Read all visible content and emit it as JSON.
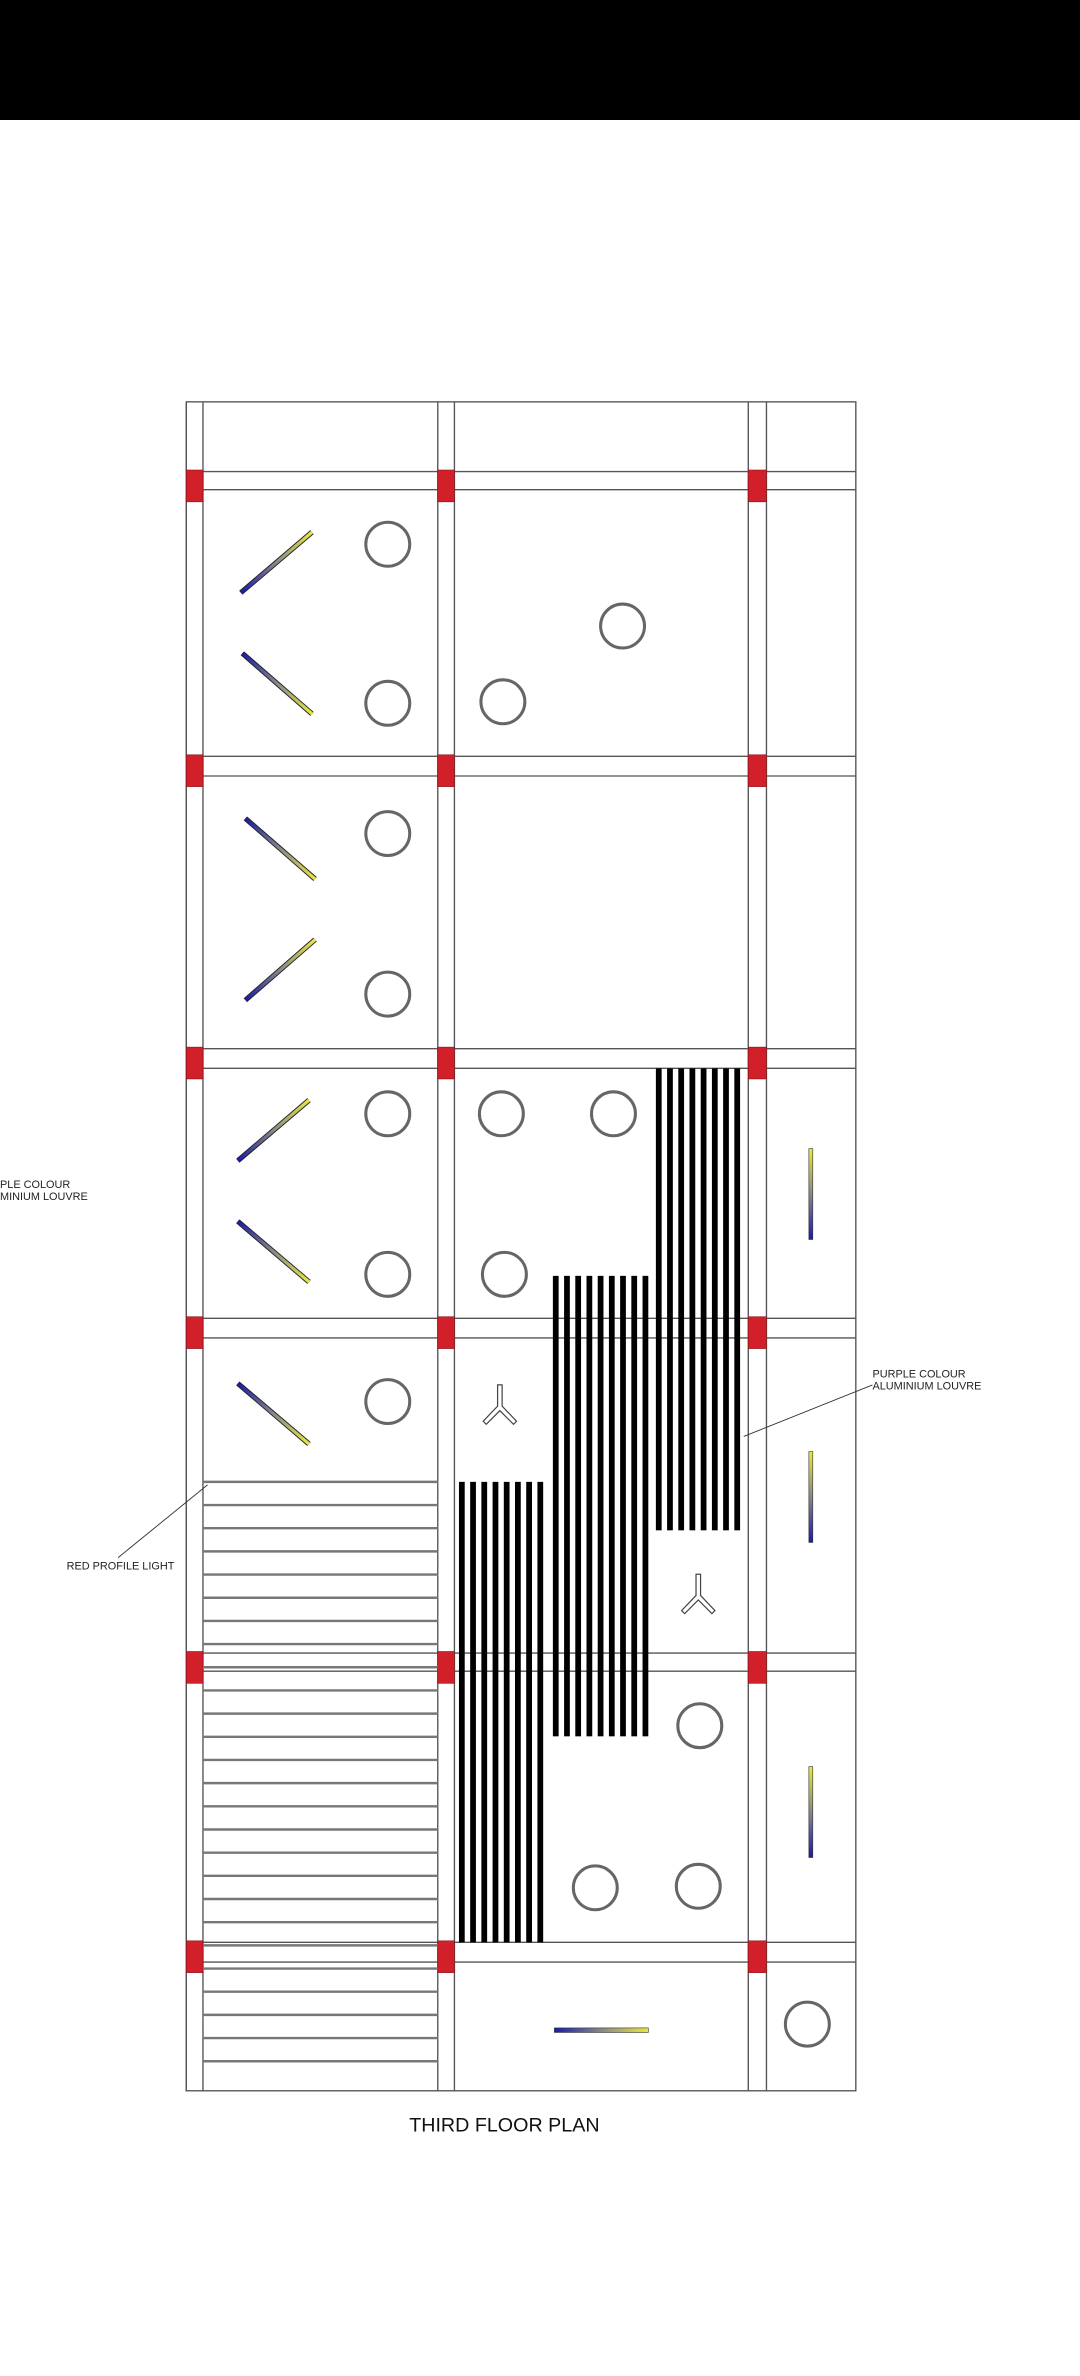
{
  "title": "THIRD FLOOR PLAN",
  "labels": {
    "left_louvre_line1": "PLE COLOUR",
    "left_louvre_line2": "MINIUM LOUVRE",
    "red_profile_light": "RED PROFILE LIGHT",
    "right_louvre_line1": "PURPLE COLOUR",
    "right_louvre_line2": "ALUMINIUM LOUVRE"
  },
  "colors": {
    "column_red": "#d2202a",
    "louvre_blue": "#1a1aa8",
    "louvre_yellow": "#e8e840",
    "line": "#555555",
    "stripe": "#000000"
  }
}
